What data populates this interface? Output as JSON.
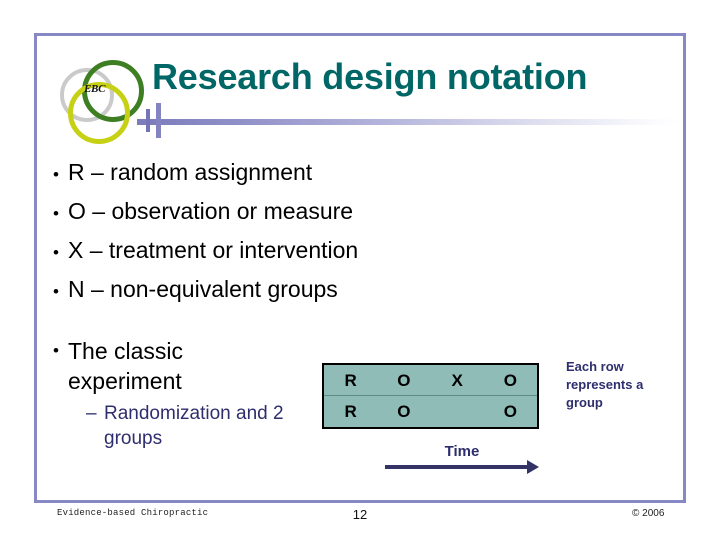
{
  "slide": {
    "title": "Research design notation",
    "logo": {
      "text": "EBC",
      "ring_gray": "#cacaca",
      "ring_green": "#3f7f23",
      "ring_lime": "#c6d116"
    },
    "colors": {
      "title": "#006666",
      "frame": "#8888c4",
      "rule": "#7b7bbd",
      "accent_navy": "#2e2e6e",
      "table_fill": "#8fbcb6",
      "table_border": "#000000"
    }
  },
  "bullets": [
    {
      "mark": "•",
      "text": "R – random assignment"
    },
    {
      "mark": "•",
      "text": "O – observation or measure"
    },
    {
      "mark": "•",
      "text": "X – treatment or intervention"
    },
    {
      "mark": "•",
      "text": "N – non-equivalent groups"
    }
  ],
  "classic": {
    "mark": "•",
    "label": "The classic experiment",
    "sub_mark": "–",
    "sub_label": "Randomization and 2 groups"
  },
  "design_table": {
    "rows": [
      [
        "R",
        "O",
        "X",
        "O"
      ],
      [
        "R",
        "O",
        "",
        "O"
      ]
    ]
  },
  "time_axis": {
    "label": "Time"
  },
  "side_note": {
    "text": "Each row represents a group"
  },
  "footer": {
    "source": "Evidence-based Chiropractic",
    "page": "12",
    "copyright": "© 2006"
  }
}
